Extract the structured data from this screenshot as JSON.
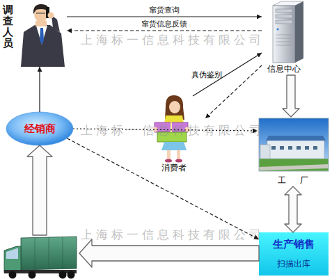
{
  "diagram": {
    "nodes": [
      {
        "text": [
          "调查人员"
        ]
      },
      {
        "text": [
          "信息中心"
        ]
      },
      {
        "text": [
          "经销商"
        ]
      },
      {
        "text": [
          "消费者"
        ]
      },
      {
        "text": [
          "工 厂"
        ]
      },
      {
        "text": [
          "生产销售",
          "扫描出库"
        ]
      },
      {
        "text": []
      }
    ],
    "edges": [
      {
        "from": 0,
        "to": 1,
        "arrow": "to",
        "label": "窜货查询"
      },
      {
        "from": 1,
        "to": 0,
        "arrow": "to",
        "label": "窜货信息反馈"
      },
      {
        "from": 3,
        "to": 1,
        "arrow": "to",
        "label": "真伪鉴别"
      },
      {
        "from": 1,
        "to": 3,
        "arrow": "to"
      },
      {
        "from": 2,
        "to": 4,
        "arrow": "to"
      },
      {
        "from": 1,
        "to": 4,
        "arrow": "to"
      },
      {
        "from": 4,
        "to": 5,
        "arrow": "both"
      },
      {
        "from": 5,
        "to": 6,
        "arrow": "to"
      },
      {
        "from": 6,
        "to": 2,
        "arrow": "to"
      },
      {
        "from": 2,
        "to": 0,
        "arrow": "to"
      },
      {
        "from": 2,
        "to": 5,
        "arrow": "to"
      }
    ],
    "labels": [
      "上海标一信息科技有限公司",
      "上海标一信息科技有限公司",
      "上海标一信息科技有限公司"
    ]
  }
}
